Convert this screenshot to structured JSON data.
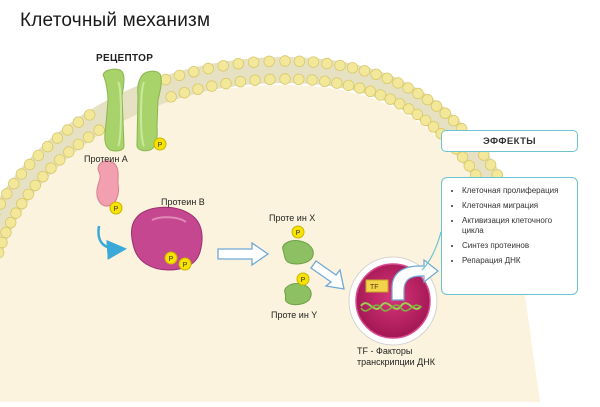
{
  "title": "Клеточный механизм",
  "labels": {
    "receptor": "РЕЦЕПТОР",
    "protein_a": "Протеин А",
    "protein_b": "Протеин В",
    "protein_x": "Проте ин X",
    "protein_y": "Проте ин Y",
    "phosphate": "P",
    "tf_short": "TF",
    "tf_description": "TF - Факторы транскрипции ДНК"
  },
  "effects": {
    "title": "ЭФФЕКТЫ",
    "items": [
      "Клеточная пролиферация",
      "Клеточная миграция",
      "Активизация клеточного цикла",
      "Синтез протеинов",
      "Репарация ДНК"
    ]
  },
  "colors": {
    "cytoplasm": "#fbf3dd",
    "membrane_bead": "#f3e89a",
    "receptor": "#a8d26a",
    "protein_a": "#f2a0b0",
    "protein_b": "#c5478f",
    "protein_xy": "#8cc063",
    "phosphate": "#f7e200",
    "nucleus": "#c2185b",
    "accent": "#6cc3d1"
  }
}
